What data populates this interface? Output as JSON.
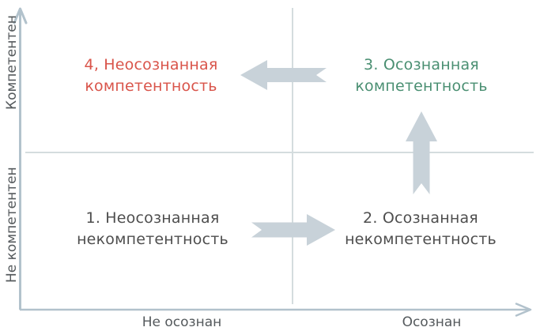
{
  "colors": {
    "q1_text": "#4e4e4e",
    "q2_text": "#4e4e4e",
    "q3_text": "#4a8f72",
    "q4_text": "#d9544a",
    "axis": "#b2c2cc",
    "divider": "#d4dcde",
    "arrow": "#c8d2d9",
    "axis_label": "#54595c"
  },
  "axes": {
    "y_upper_label": "Компетентен",
    "y_lower_label": "Не компетентен",
    "x_left_label": "Не осознан",
    "x_right_label": "Осознан"
  },
  "quadrants": {
    "q4": {
      "line1": "4, Неосознанная",
      "line2": "компетентность"
    },
    "q3": {
      "line1": "3. Осознанная",
      "line2": "компетентность"
    },
    "q1": {
      "line1": "1. Неосознанная",
      "line2": "некомпетентность"
    },
    "q2": {
      "line1": "2. Осознанная",
      "line2": "некомпетентность"
    }
  },
  "icons": {
    "left_arrow": "left-arrow-icon",
    "right_arrow": "right-arrow-icon",
    "up_arrow": "up-arrow-icon",
    "y_axis_arrowhead": "up-arrowhead-icon",
    "x_axis_arrowhead": "right-arrowhead-icon"
  }
}
